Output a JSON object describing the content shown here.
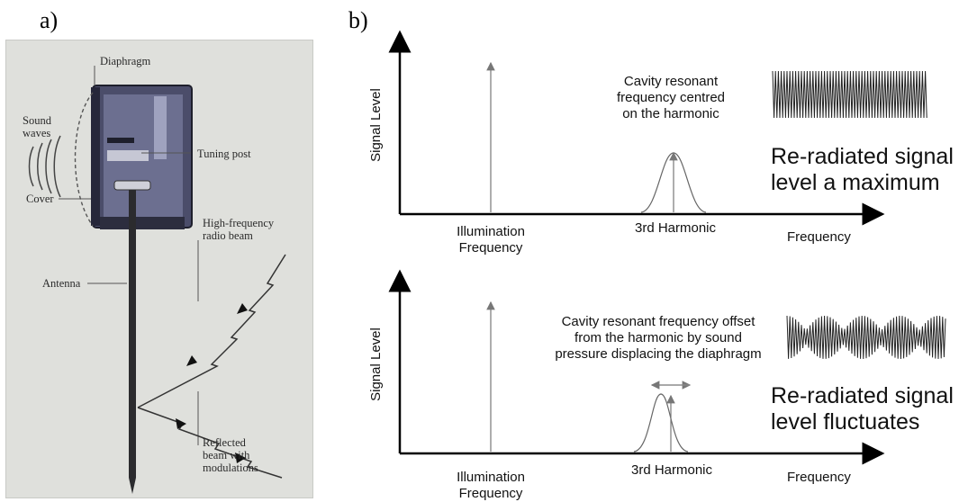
{
  "panel_a": {
    "label": "a)",
    "labels": {
      "diaphragm": "Diaphragm",
      "sound_waves": [
        "Sound",
        "waves"
      ],
      "tuning_post": "Tuning post",
      "cover": "Cover",
      "hf_beam": [
        "High-frequency",
        "radio beam"
      ],
      "antenna": "Antenna",
      "reflected": [
        "Reflected",
        "beam with",
        "modulations"
      ]
    }
  },
  "panel_b": {
    "label": "b)",
    "top": {
      "ylabel": "Signal Level",
      "xlabel": "Frequency",
      "illum": [
        "Illumination",
        "Frequency"
      ],
      "harmonic": "3rd Harmonic",
      "note": [
        "Cavity resonant",
        "frequency centred",
        "on the harmonic"
      ],
      "result": [
        "Re-radiated signal",
        "level a maximum"
      ]
    },
    "bottom": {
      "ylabel": "Signal Level",
      "xlabel": "Frequency",
      "illum": [
        "Illumination",
        "Frequency"
      ],
      "harmonic": "3rd Harmonic",
      "note": [
        "Cavity resonant frequency offset",
        "from the harmonic by sound",
        "pressure displacing the diaphragm"
      ],
      "result": [
        "Re-radiated signal",
        "level fluctuates"
      ]
    }
  }
}
